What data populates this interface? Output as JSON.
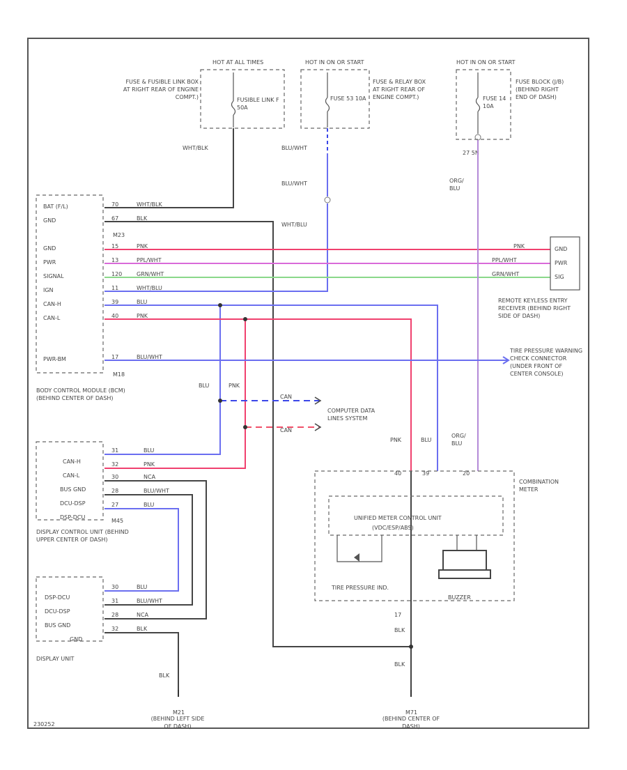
{
  "colors": {
    "black": "#444444",
    "blue": "#6a6ef0",
    "pink": "#f0406e",
    "purple": "#d96ad9",
    "green": "#8ad88a",
    "violet": "#b48ad8",
    "dashed_blue": "#3a46e8",
    "dashed_red": "#f0506a"
  },
  "power": {
    "hot_at_all_times": {
      "heading": "HOT AT ALL TIMES",
      "fuse": "FUSIBLE LINK F 50A",
      "location": "FUSE & FUSIBLE LINK BOX AT RIGHT REAR OF ENGINE COMPT.)",
      "wire": "WHT/BLK"
    },
    "hot_in_on_middle": {
      "heading": "HOT IN ON OR START",
      "fuse": "FUSE 53 10A",
      "location": "FUSE & RELAY BOX AT RIGHT REAR OF ENGINE COMPT.)",
      "wire1": "BLU/WHT",
      "wire2": "BLU/WHT",
      "wire3": "WHT/BLU"
    },
    "hot_in_on_right": {
      "heading": "HOT IN ON OR START",
      "fuse": "FUSE 14 10A",
      "location": "FUSE BLOCK (J/B) (BEHIND RIGHT END OF DASH)",
      "pins": "27 5N",
      "wire": "ORG/ BLU"
    }
  },
  "bcm": {
    "pins": [
      "BAT (F/L)",
      "GND",
      "GND",
      "PWR",
      "SIGNAL",
      "IGN",
      "CAN-H",
      "CAN-L",
      "PWR-BM"
    ],
    "conn_top": "M23",
    "conn_bottom": "M18",
    "label": "BODY CONTROL MODULE (BCM) (BEHIND CENTER OF DASH)",
    "pin_nums": [
      "70",
      "67",
      "15",
      "13",
      "120",
      "11",
      "39",
      "40",
      "17"
    ],
    "wires": [
      "WHT/BLK",
      "BLK",
      "PNK",
      "PPL/WHT",
      "GRN/WHT",
      "WHT/BLU",
      "BLU",
      "PNK",
      "BLU/WHT"
    ]
  },
  "keyless": {
    "pins": [
      "GND",
      "PWR",
      "SIG"
    ],
    "wires": [
      "PNK",
      "PPL/WHT",
      "GRN/WHT"
    ],
    "label": "REMOTE KEYLESS ENTRY RECEIVER (BEHIND RIGHT SIDE OF DASH)"
  },
  "tpms": {
    "label": "TIRE PRESSURE WARNING CHECK CONNECTOR (UNDER FRONT OF CENTER CONSOLE)"
  },
  "canbus": {
    "wire_blu": "BLU",
    "wire_pnk": "PNK",
    "tag_blu": "CAN",
    "tag_pnk": "CAN",
    "label": "COMPUTER DATA LINES SYSTEM"
  },
  "meter_wires": {
    "pnk": "PNK",
    "blu": "BLU",
    "org": "ORG/ BLU"
  },
  "dcu": {
    "pins": [
      "CAN-H",
      "CAN-L",
      "BUS GND",
      "DCU-DSP",
      "DSP-DCU"
    ],
    "pin_nums": [
      "31",
      "32",
      "30",
      "28",
      "27"
    ],
    "wires": [
      "BLU",
      "PNK",
      "NCA",
      "BLU/WHT",
      "BLU"
    ],
    "conn": "M45",
    "label": "DISPLAY CONTROL UNIT (BEHIND UPPER CENTER OF DASH)"
  },
  "du": {
    "pins": [
      "DSP-DCU",
      "DCU-DSP",
      "BUS GND",
      "GND"
    ],
    "pin_nums": [
      "30",
      "31",
      "28",
      "32"
    ],
    "wires": [
      "BLU",
      "BLU/WHT",
      "NCA",
      "BLK"
    ],
    "label": "DISPLAY UNIT"
  },
  "meter": {
    "pins_top": [
      "40",
      "39",
      "20"
    ],
    "label": "COMBINATION METER",
    "unit": "UNIFIED METER CONTROL UNIT",
    "unit_sub": "(VDC/ESP/ABS)",
    "tire": "TIRE PRESSURE IND.",
    "buzzer": "BUZZER",
    "pin_bottom": "17",
    "wire_bottom": "BLK"
  },
  "grounds": {
    "left": {
      "wire": "BLK",
      "id": "M21",
      "location": "(BEHIND LEFT SIDE OF DASH)"
    },
    "right": {
      "wire_top": "BLK",
      "wire_bottom": "BLK",
      "id": "M71",
      "location": "(BEHIND CENTER OF DASH)"
    }
  },
  "footer": "230252"
}
